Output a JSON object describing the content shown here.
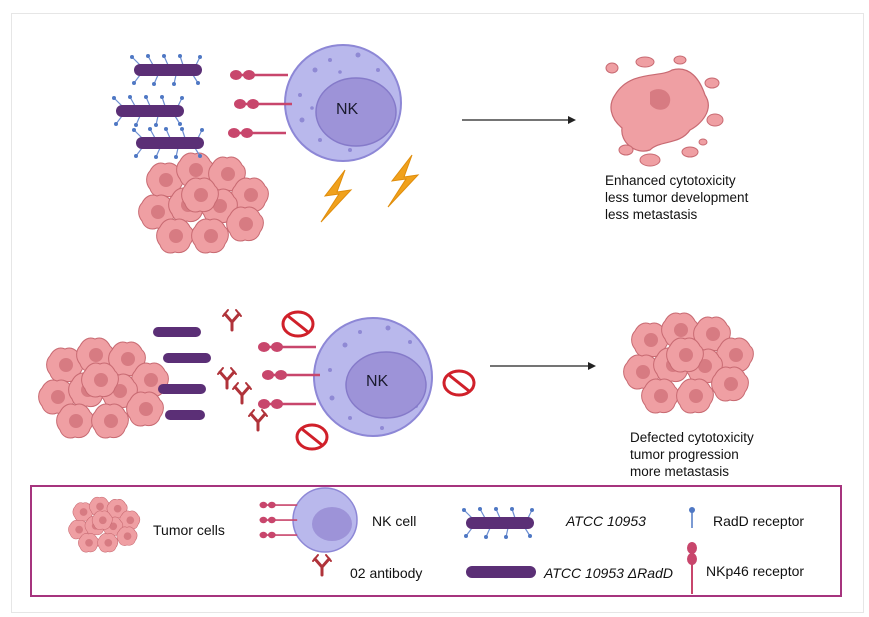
{
  "top_panel": {
    "nk_label": "NK",
    "outcome_lines": [
      "Enhanced cytotoxicity",
      "less tumor development",
      "less metastasis"
    ]
  },
  "bottom_panel": {
    "nk_label": "NK",
    "outcome_lines": [
      "Defected cytotoxicity",
      "tumor progression",
      "more metastasis"
    ]
  },
  "legend": {
    "tumor_cells": "Tumor cells",
    "nk_cell": "NK cell",
    "atcc": "ATCC 10953",
    "radd_receptor": "RadD receptor",
    "antibody": "02 antibody",
    "atcc_delta": "ATCC 10953 ΔRadD",
    "nkp46_receptor": "NKp46 receptor"
  },
  "colors": {
    "nk_outer": "#b9b8ec",
    "nk_inner": "#9d93d8",
    "tumor": "#e9969a",
    "tumor_dark": "#c76f76",
    "bacterium": "#5b2f76",
    "antibody": "#b0333a",
    "nkp46": "#c8466c",
    "radd": "#4f78c4",
    "lightning": "#f0a11c",
    "prohibition": "#d0202a",
    "legend_border": "#a6347e"
  }
}
